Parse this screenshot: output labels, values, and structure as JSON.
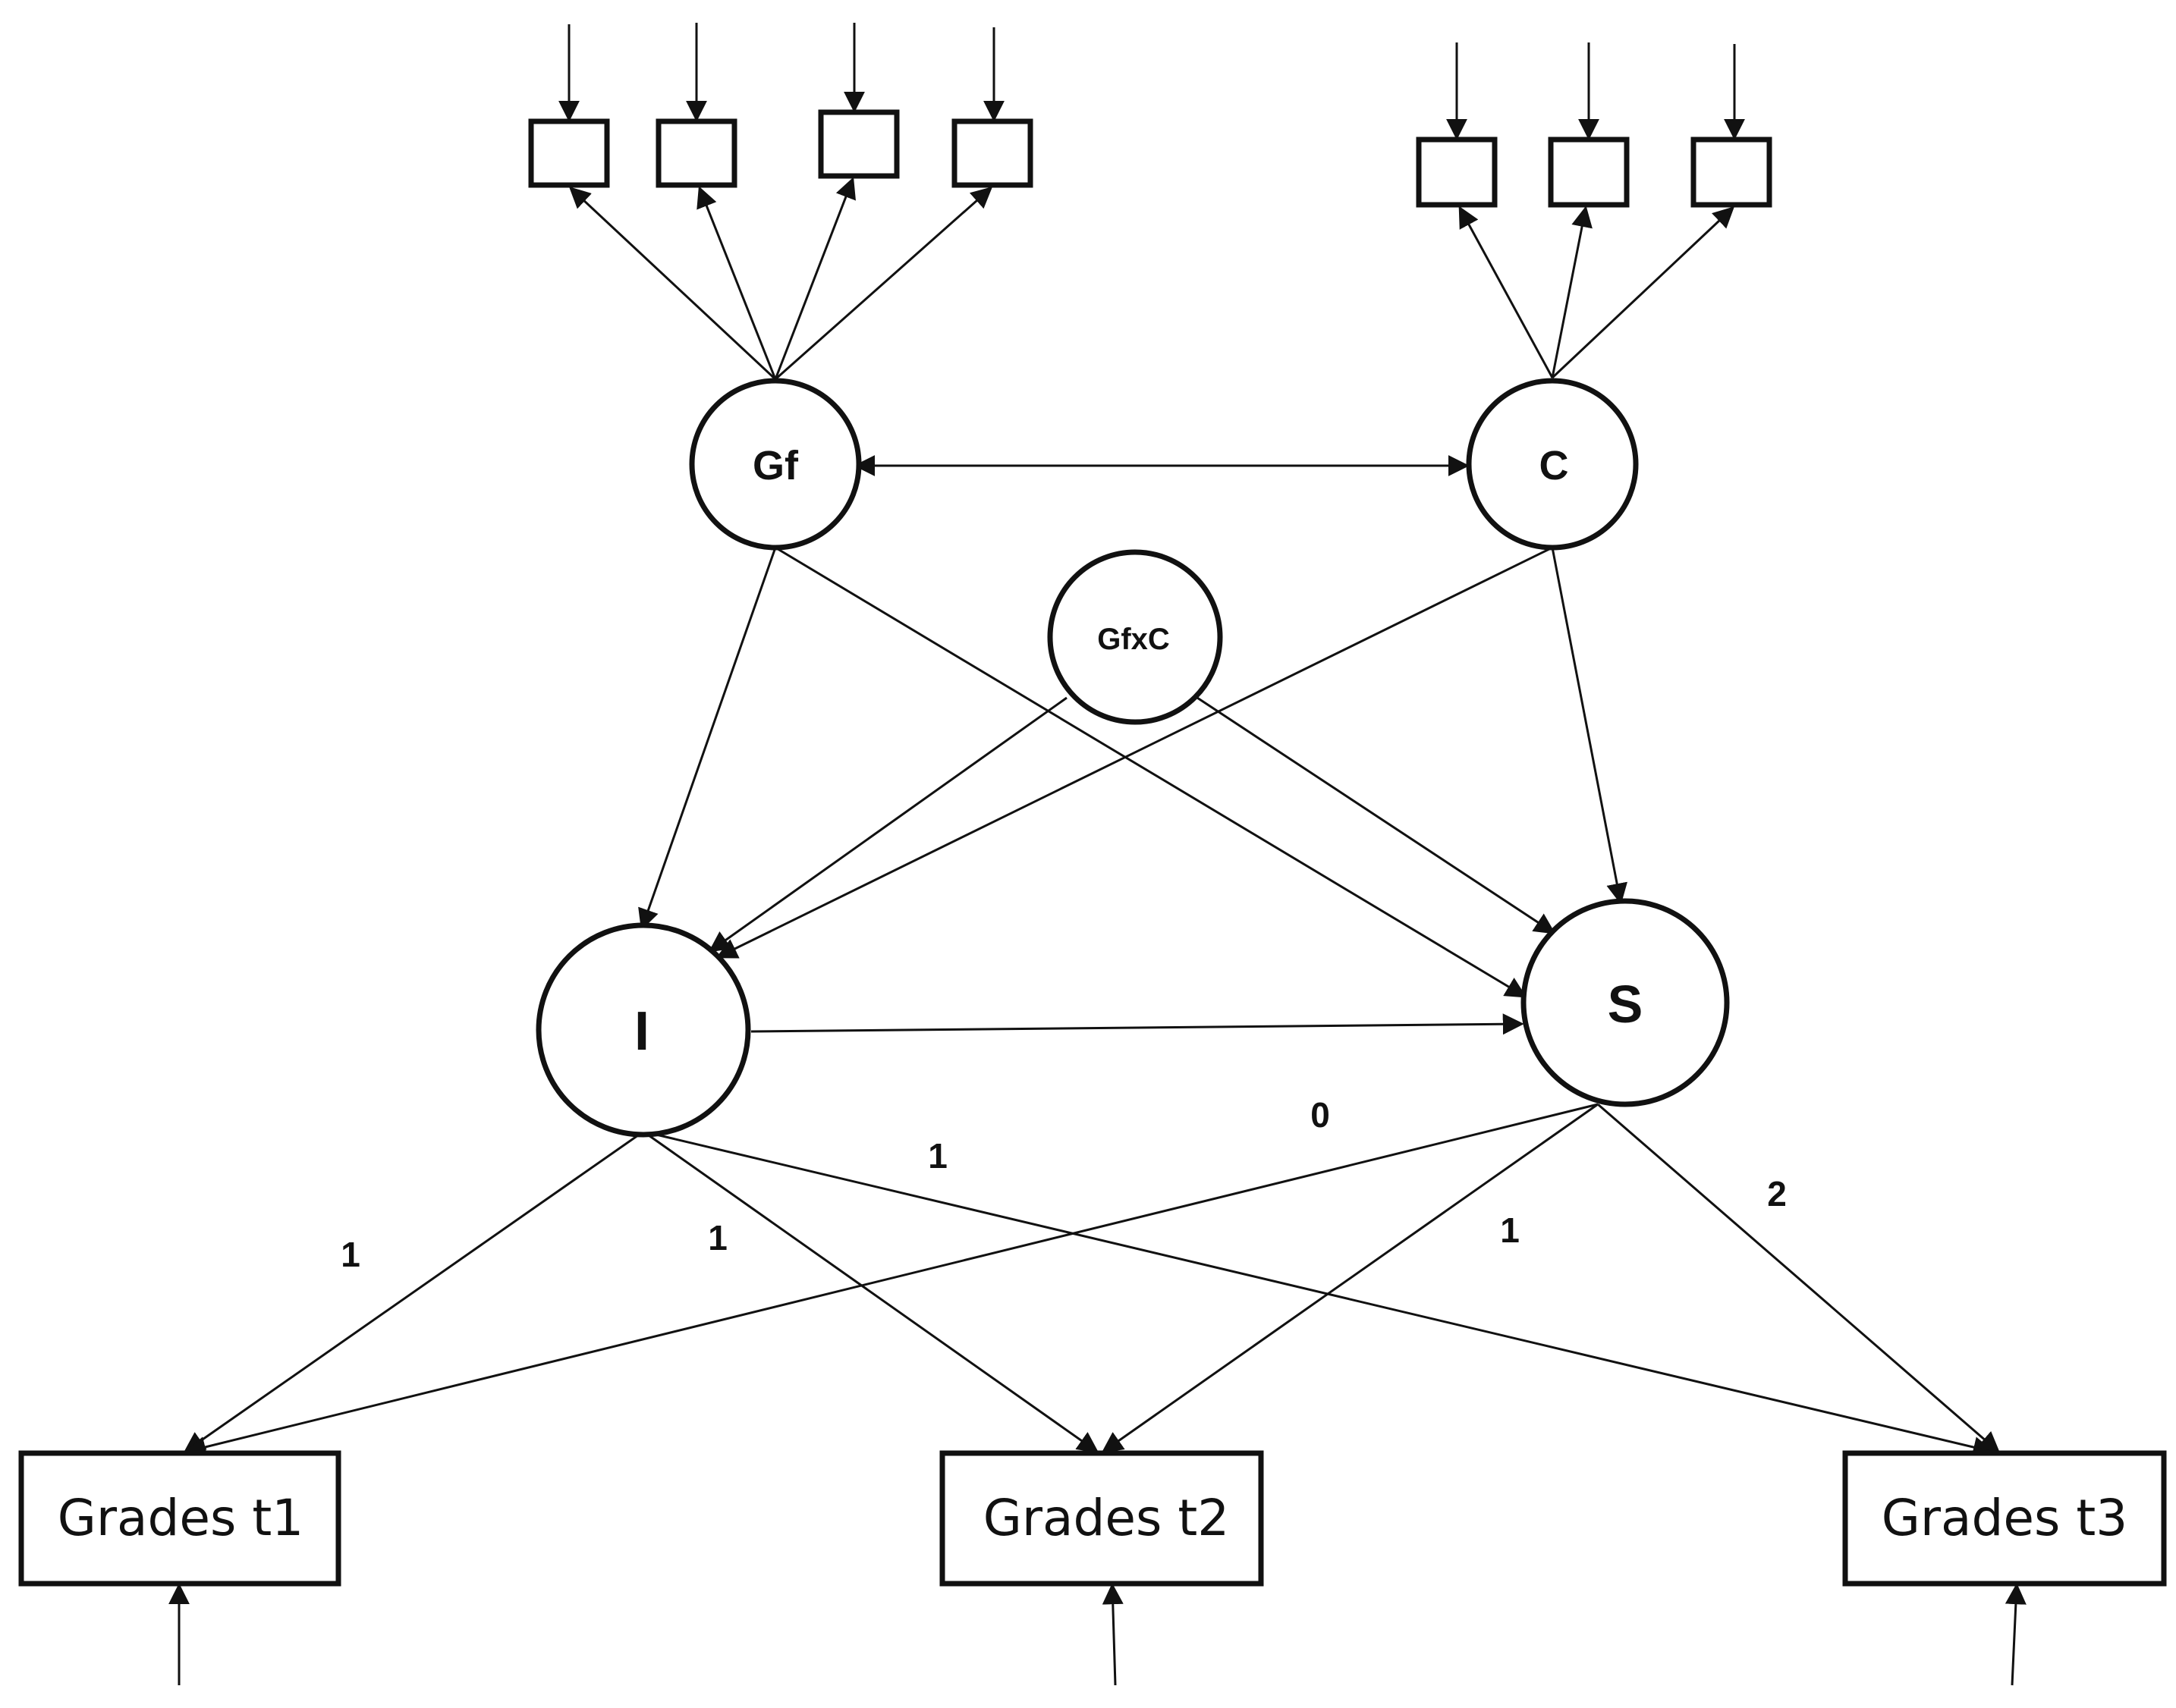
{
  "colors": {
    "stroke": "#111111",
    "background": "#ffffff"
  },
  "latents": {
    "gf": "Gf",
    "c": "C",
    "gfxc": "GfxC",
    "intercept": "I",
    "slope": "S"
  },
  "outcomes": {
    "t1": "Grades t1",
    "t2": "Grades t2",
    "t3": "Grades t3"
  },
  "loadings": {
    "i_t1": "1",
    "i_t2": "1",
    "i_t3": "1",
    "s_t1": "0",
    "s_t2": "1",
    "s_t3": "2"
  }
}
